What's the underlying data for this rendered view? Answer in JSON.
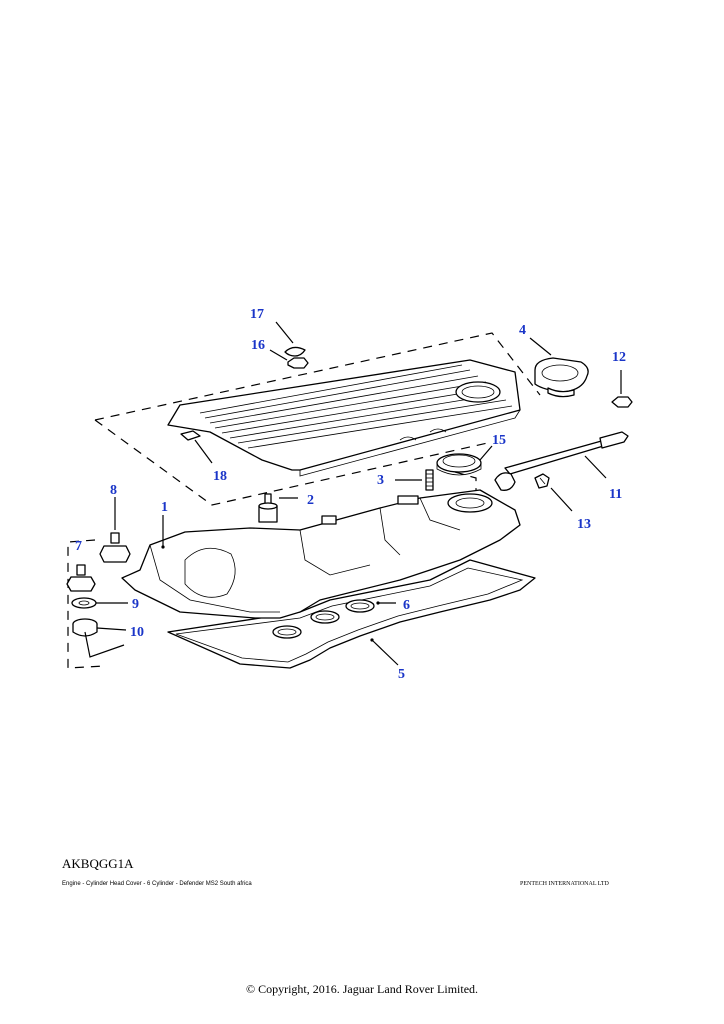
{
  "diagram": {
    "ref_code": "AKBQGG1A",
    "caption": "Engine - Cylinder Head Cover - 6 Cylinder -  Defender MS2 South africa",
    "company": "PENTECH INTERNATIONAL LTD",
    "copyright": "© Copyright, 2016. Jaguar Land Rover Limited.",
    "callout_color": "#1a35c8",
    "callouts": [
      "1",
      "2",
      "3",
      "4",
      "5",
      "6",
      "7",
      "8",
      "9",
      "10",
      "11",
      "12",
      "13",
      "15",
      "16",
      "17",
      "18"
    ]
  }
}
